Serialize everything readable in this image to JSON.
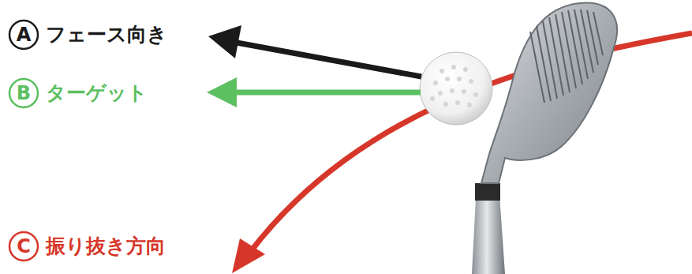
{
  "diagram": {
    "nodes": [
      {
        "text": [
          "A",
          "フェース向き"
        ]
      },
      {
        "text": [
          "B",
          "ターゲット"
        ]
      },
      {
        "text": [
          "C",
          "振り抜き方向"
        ]
      }
    ]
  }
}
